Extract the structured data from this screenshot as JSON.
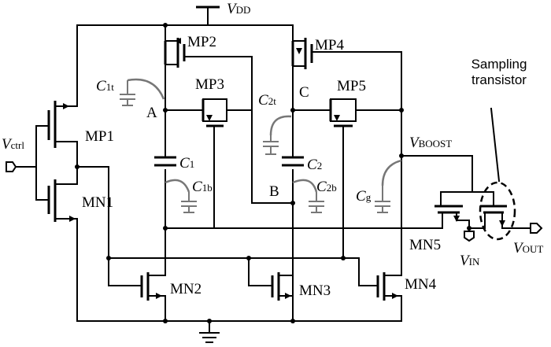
{
  "labels": {
    "vdd": {
      "main": "V",
      "sub": "DD"
    },
    "vctrl": {
      "main": "V",
      "sub": "ctrl"
    },
    "vboost": {
      "main": "V",
      "sub": "BOOST"
    },
    "vin": {
      "main": "V",
      "sub": "IN"
    },
    "vout": {
      "main": "V",
      "sub": "OUT"
    },
    "mp1": "MP1",
    "mn1": "MN1",
    "mp2": "MP2",
    "mp3": "MP3",
    "mp4": "MP4",
    "mp5": "MP5",
    "mn2": "MN2",
    "mn3": "MN3",
    "mn4": "MN4",
    "mn5": "MN5",
    "node_a": "A",
    "node_b": "B",
    "node_c": "C",
    "c1": {
      "main": "C",
      "sub": "1"
    },
    "c2": {
      "main": "C",
      "sub": "2"
    },
    "c1t": {
      "main": "C",
      "sub": "1t"
    },
    "c1b": {
      "main": "C",
      "sub": "1b"
    },
    "c2t": {
      "main": "C",
      "sub": "2t"
    },
    "c2b": {
      "main": "C",
      "sub": "2b"
    },
    "cg": {
      "main": "C",
      "sub": "g"
    },
    "sampling_line1": "Sampling",
    "sampling_line2": "transistor"
  }
}
